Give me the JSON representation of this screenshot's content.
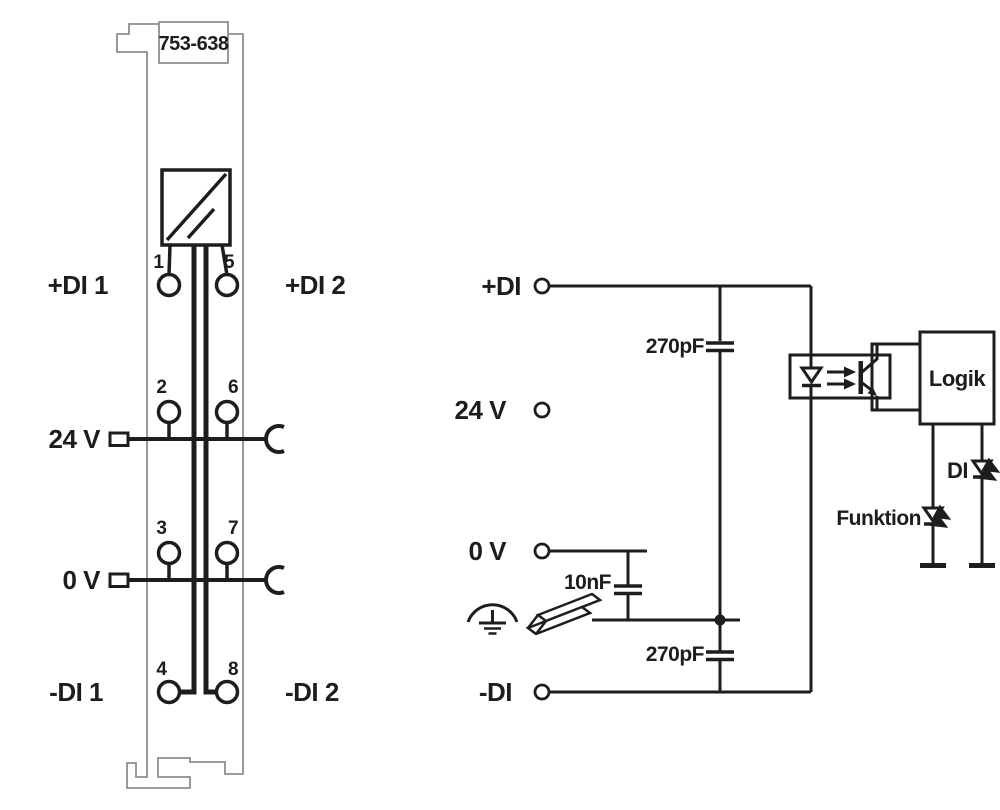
{
  "module": {
    "part_number": "753-638",
    "labels": {
      "di1_plus": "+DI 1",
      "di2_plus": "+DI 2",
      "v24": "24 V",
      "v0": "0 V",
      "di1_minus": "-DI 1",
      "di2_minus": "-DI 2"
    },
    "terminals": {
      "t1": "1",
      "t2": "2",
      "t3": "3",
      "t4": "4",
      "t5": "5",
      "t6": "6",
      "t7": "7",
      "t8": "8"
    }
  },
  "schematic": {
    "terminals": {
      "di_plus": "+DI",
      "v24": "24 V",
      "v0": "0 V",
      "di_minus": "-DI"
    },
    "capacitors": {
      "top": "270pF",
      "middle": "10nF",
      "bottom": "270pF"
    },
    "logic_label": "Logik",
    "led_di_label": "DI",
    "led_funktion_label": "Funktion"
  },
  "colors": {
    "line": "#1d1d1d",
    "outline": "#8f8f8f",
    "background": "#ffffff"
  }
}
